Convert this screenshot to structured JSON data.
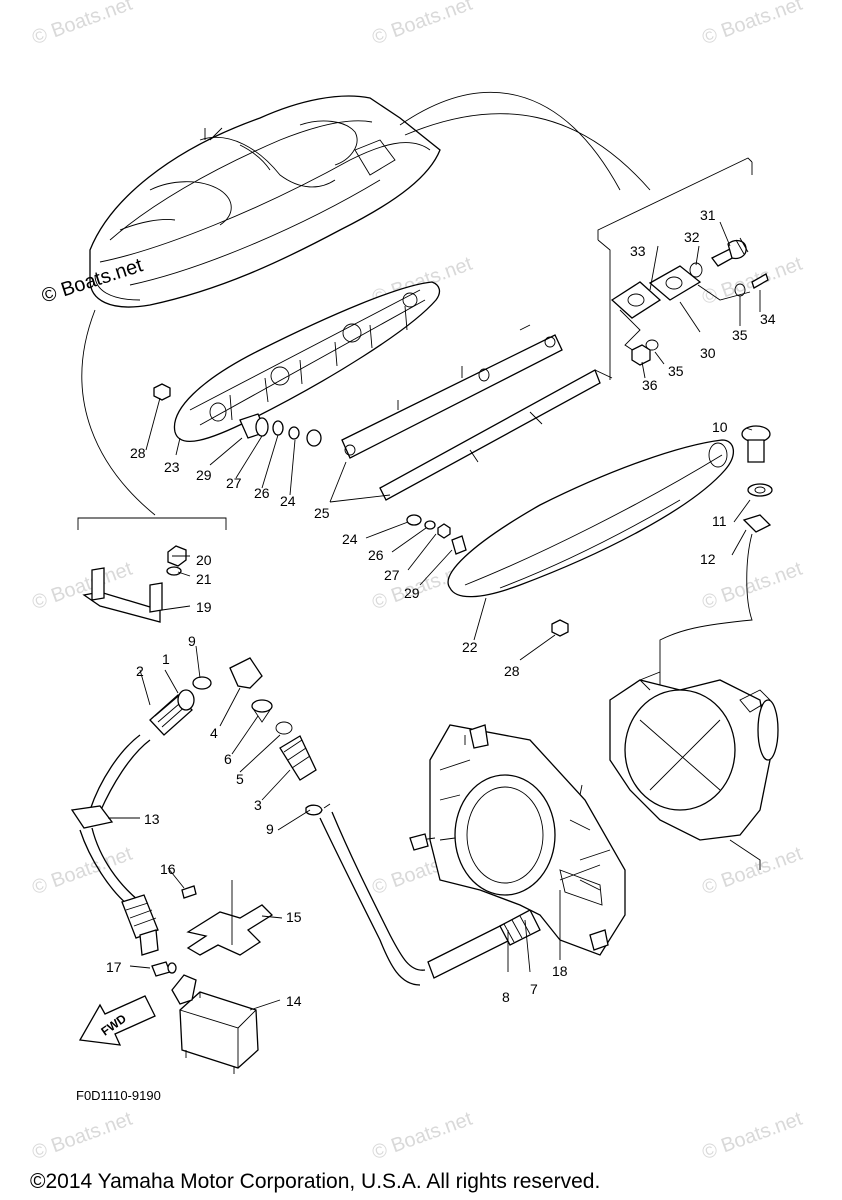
{
  "watermark": "© Boats.net",
  "logo_text": "© Boats.net",
  "diagram_code": "F0D1110-9190",
  "copyright": "©2014 Yamaha Motor Corporation, U.S.A. All rights reserved.",
  "fwd_label": "FWD",
  "callouts": [
    "1",
    "2",
    "3",
    "4",
    "5",
    "6",
    "7",
    "8",
    "9",
    "9",
    "10",
    "11",
    "12",
    "13",
    "14",
    "15",
    "16",
    "17",
    "18",
    "19",
    "20",
    "21",
    "22",
    "23",
    "24",
    "24",
    "25",
    "26",
    "26",
    "27",
    "27",
    "28",
    "28",
    "29",
    "29",
    "30",
    "31",
    "32",
    "33",
    "34",
    "35",
    "35",
    "36"
  ]
}
